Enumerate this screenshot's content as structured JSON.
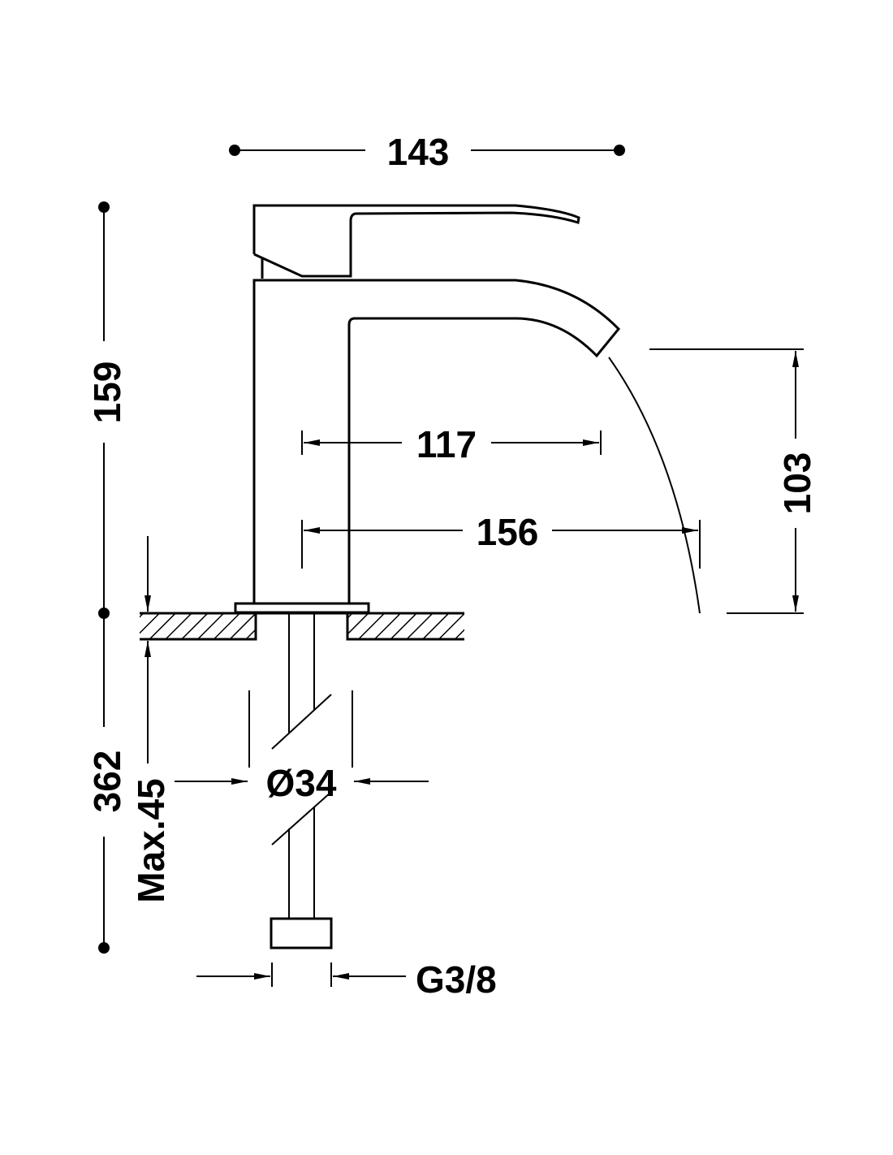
{
  "title": "Basin mixer tap technical drawing",
  "dimensions": {
    "overall_width": "143",
    "height_above_counter": "159",
    "total_height": "362",
    "spout_reach": "117",
    "stream_reach": "156",
    "spout_height": "103",
    "max_counter_thickness": "Max.45",
    "hole_diameter": "Ø34",
    "connection_thread": "G3/8"
  },
  "colors": {
    "line": "#000000",
    "background": "#ffffff"
  }
}
